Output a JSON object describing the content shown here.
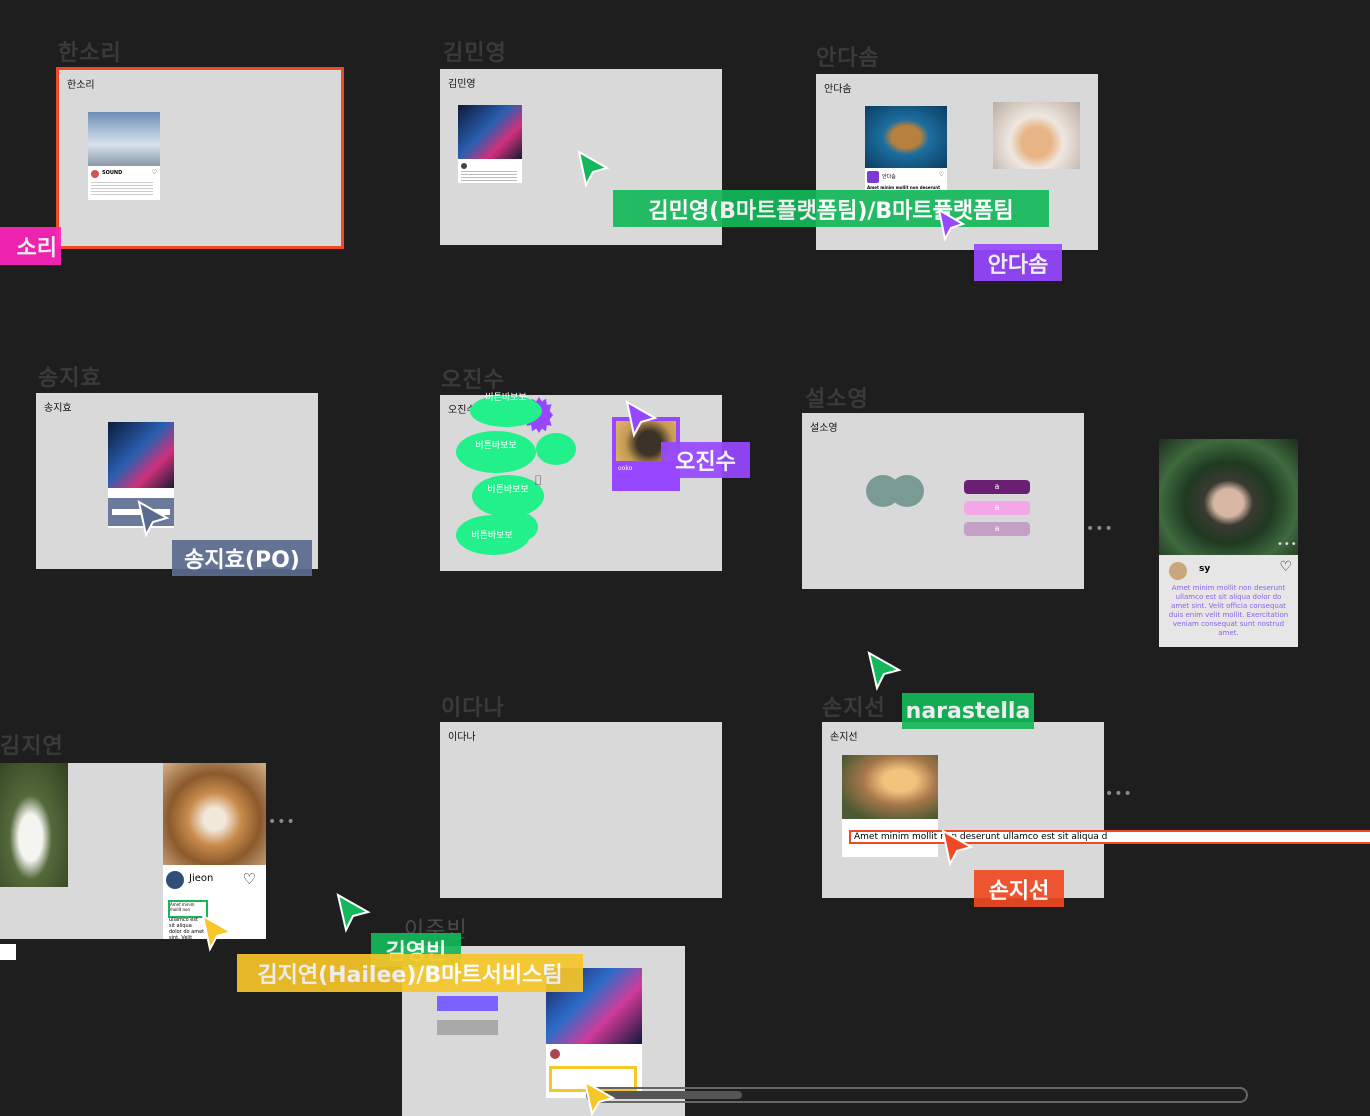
{
  "frame_titles": [
    "한소리",
    "김민영",
    "안다솜",
    "송지효",
    "오진수",
    "설소영",
    "이다나",
    "손지선",
    "김지연",
    "이주빈"
  ],
  "frames": {
    "hansori": "한소리",
    "kimminyoung": "김민영",
    "andasom": "안다솜",
    "songjihyo": "송지효",
    "ojinsu": "오진수",
    "seolsoyoung": "설소영",
    "idana": "이다나",
    "sonjiseon": "손지선"
  },
  "cards": {
    "hansori_user": "SOUND",
    "andasom_user": "안다솜",
    "andasom_caption": "Amet minim mollit non deserunt",
    "ojinsu_user": "ooko",
    "sy_user": "sy",
    "sy_text": "Amet minim mollit non deserunt ullamco est sit aliqua dolor do amet sint. Velit officia consequat duis enim velit mollit. Exercitation veniam consequat sunt nostrud amet.",
    "jieon_user": "Jieon",
    "jieon_text": "ullamco est sit aliqua dolor do amet sint. Velit officia",
    "jieon_highlight": "Amet minim mollit non",
    "sonjiseon_text": "Amet minim mollit non deserunt ullamco est sit aliqua d"
  },
  "bubbles": [
    "버튼바보보",
    "버튼바보보",
    "버튼바보보",
    "버튼바보보"
  ],
  "buttons": [
    "a",
    "a",
    "a"
  ],
  "tags": {
    "sori": "소리",
    "kimminyoung": "김민영(B마트플랫폼팀)/B마트플랫폼팀",
    "andasom": "안다솜",
    "songjihyo": "송지효(PO)",
    "ojinsu": "오진수",
    "narastella": "narastella",
    "sonjiseon": "손지선",
    "kimjiyeon": "김지연(Hailee)/B마트서비스팀",
    "kimyoungbin": "김영빈"
  },
  "colors": {
    "canvas": "#1e1e1e",
    "frame": "#d9d9d9",
    "orange": "#ef4a23",
    "green": "#14b85a",
    "purple": "#9747ff",
    "pink": "#ff24bd",
    "slate": "#5b6b8f",
    "yellow": "#f7c629",
    "mint": "#22f08a"
  },
  "icons": [
    "cursor-arrow-icon",
    "heart-icon",
    "camera-icon",
    "more-dots-icon"
  ]
}
